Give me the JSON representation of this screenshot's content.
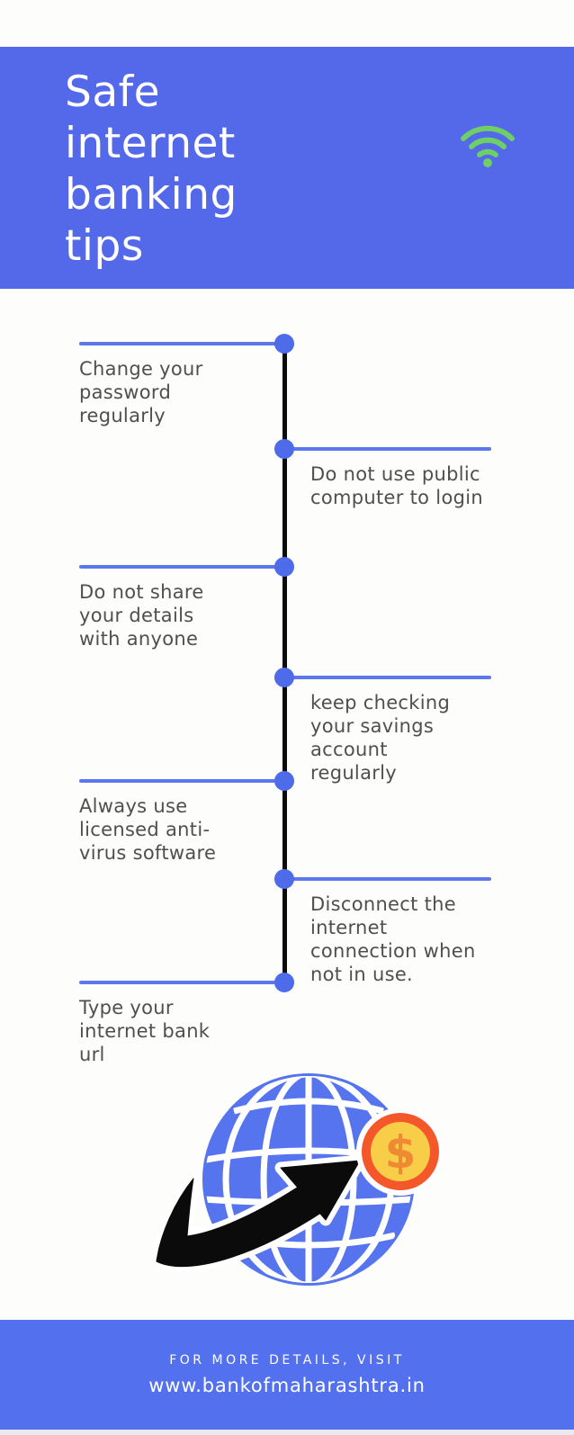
{
  "header": {
    "title": "Safe\ninternet\nbanking\ntips"
  },
  "timeline": {
    "items": [
      {
        "side": "left",
        "text": "Change your\npassword\nregularly"
      },
      {
        "side": "right",
        "text": "Do not use public\ncomputer to login"
      },
      {
        "side": "left",
        "text": "Do not share\nyour details\nwith anyone"
      },
      {
        "side": "right",
        "text": "keep checking\nyour savings\naccount\nregularly"
      },
      {
        "side": "left",
        "text": "Always use\nlicensed anti-\nvirus software"
      },
      {
        "side": "right",
        "text": "Disconnect the\ninternet\nconnection when\nnot in use."
      },
      {
        "side": "left",
        "text": "Type your\ninternet bank\nurl"
      }
    ]
  },
  "illustration": {
    "name": "globe-with-arrow-and-dollar-coin",
    "coin_symbol": "$"
  },
  "footer": {
    "line1": "FOR MORE DETAILS, VISIT",
    "line2": "www.bankofmaharashtra.in"
  },
  "colors": {
    "page_bg": "#FDFDFC",
    "band_blue": "#5469E9",
    "footer_blue": "#5371EE",
    "line_blue": "#5C77EC",
    "dot_blue": "#4E6BE9",
    "spine_black": "#0B0B0B",
    "tip_text": "#4F4F4F",
    "globe_blue": "#5574EE",
    "wifi_green": "#6FCE66",
    "coin_ring": "#F4572A",
    "coin_face": "#F8CE49",
    "coin_symbol": "#EF8A32"
  }
}
